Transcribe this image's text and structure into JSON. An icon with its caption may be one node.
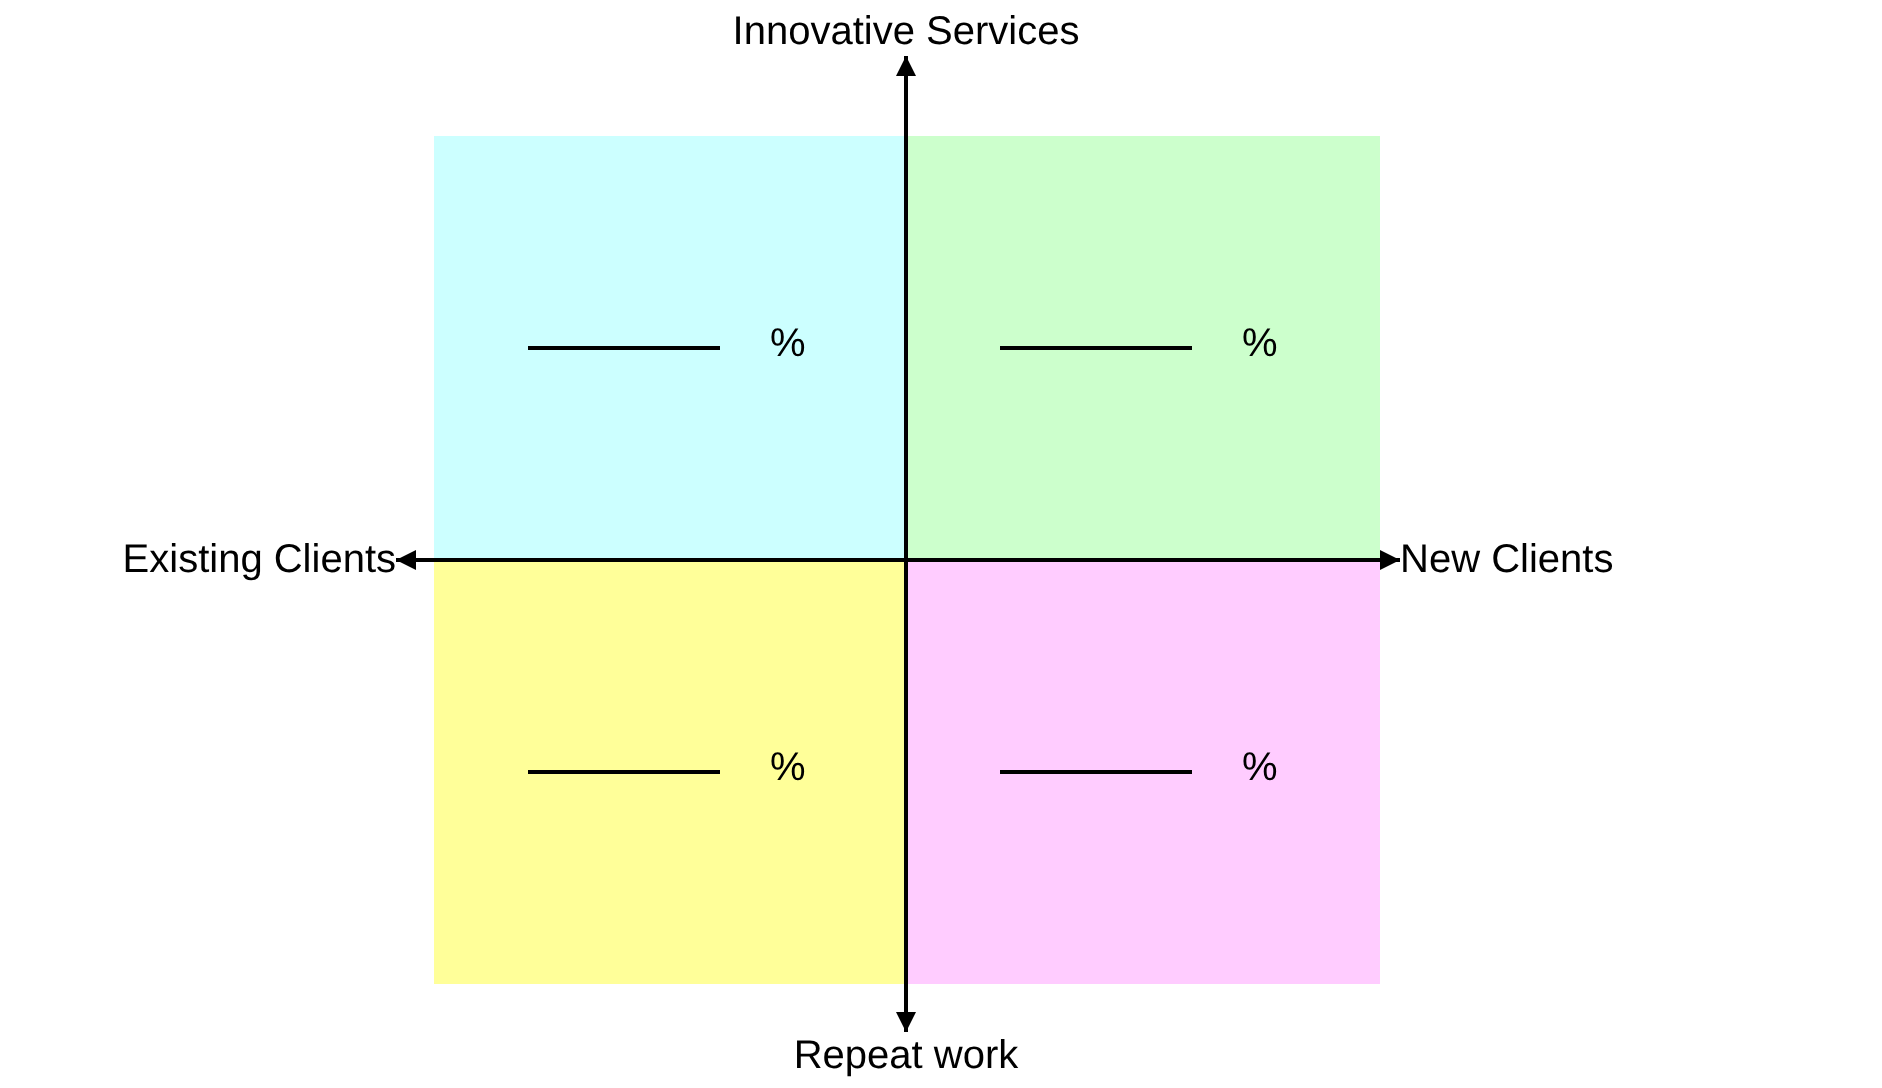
{
  "diagram": {
    "nodes": [
      {
        "text": [
          "Innovative Services"
        ]
      },
      {
        "text": [
          "%"
        ]
      },
      {
        "text": [
          "%"
        ]
      },
      {
        "text": [
          "Existing Clients"
        ]
      },
      {
        "text": [
          "New Clients"
        ]
      },
      {
        "text": [
          "%"
        ]
      },
      {
        "text": [
          "%"
        ]
      },
      {
        "text": [
          "Repeat work"
        ]
      }
    ],
    "edges": [
      {
        "from": 3,
        "to": 4,
        "arrow": "both"
      },
      {
        "from": 0,
        "to": 7,
        "arrow": "both"
      }
    ]
  }
}
